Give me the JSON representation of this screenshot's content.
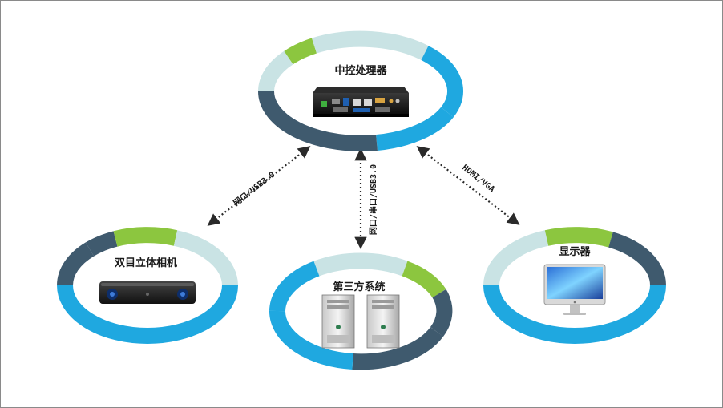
{
  "colors": {
    "ring_light": "#c9e3e4",
    "ring_green": "#8cc63f",
    "ring_blue": "#1fa8e0",
    "ring_dark": "#3f5a6e",
    "connector": "#2a2a2a"
  },
  "nodes": {
    "processor": {
      "label": "中控处理器",
      "icon": "industrial-pc-icon"
    },
    "camera": {
      "label": "双目立体相机",
      "icon": "stereo-camera-icon"
    },
    "third_party": {
      "label": "第三方系统",
      "icon": "server-tower-icon"
    },
    "display": {
      "label": "显示器",
      "icon": "monitor-icon"
    }
  },
  "links": {
    "camera": {
      "label": "网口/USB3.0"
    },
    "third_party": {
      "label": "网口/串口/USB3.0"
    },
    "display": {
      "label": "HDMI/VGA"
    }
  }
}
